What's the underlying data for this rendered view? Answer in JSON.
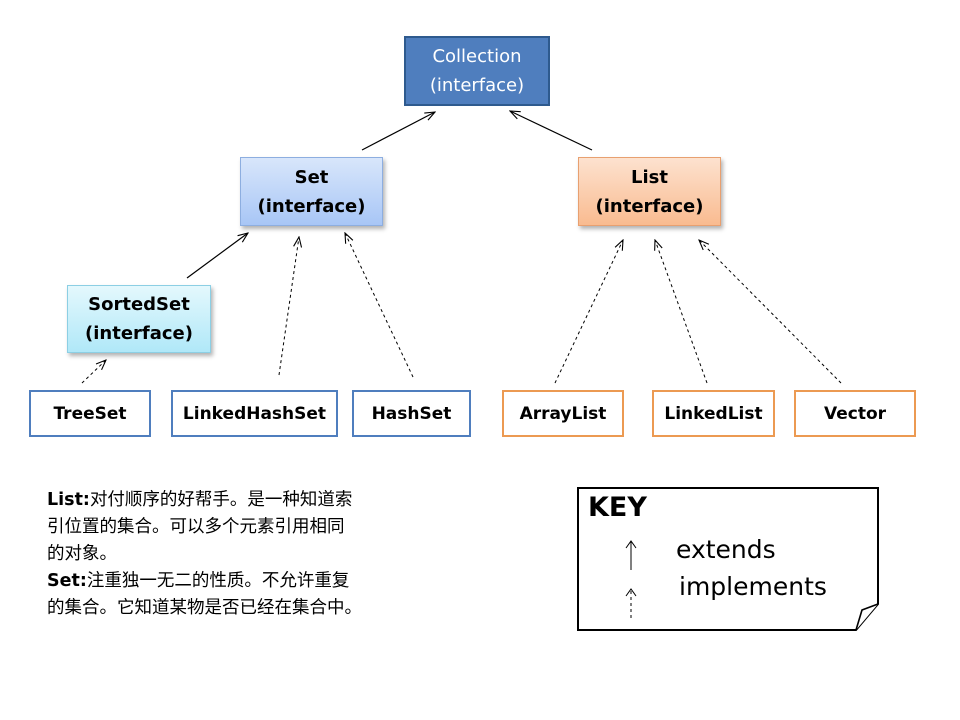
{
  "nodes": {
    "collection": {
      "name": "Collection",
      "kind": "(interface)"
    },
    "set": {
      "name": "Set",
      "kind": "(interface)"
    },
    "list": {
      "name": "List",
      "kind": "(interface)"
    },
    "sortedset": {
      "name": "SortedSet",
      "kind": "(interface)"
    },
    "treeset": "TreeSet",
    "linkedhashset": "LinkedHashSet",
    "hashset": "HashSet",
    "arraylist": "ArrayList",
    "linkedlist": "LinkedList",
    "vector": "Vector"
  },
  "description": {
    "list_label": "List:",
    "list_text_1": "对付顺序的好帮手。是一种知道索",
    "list_text_2": "引位置的集合。可以多个元素引用相同",
    "list_text_3": "的对象。",
    "set_label": "Set:",
    "set_text_1": "注重独一无二的性质。不允许重复",
    "set_text_2": "的集合。它知道某物是否已经在集合中。"
  },
  "key": {
    "title": "KEY",
    "extends": "extends",
    "implements": "implements"
  },
  "colors": {
    "collection_fill": "#4f7ebe",
    "set_fill": "#a8c6f6",
    "list_fill": "#f9bb90",
    "sortedset_fill": "#b0e8f8",
    "set_branch_border": "#4f7ebe",
    "list_branch_border": "#ec9a52"
  }
}
